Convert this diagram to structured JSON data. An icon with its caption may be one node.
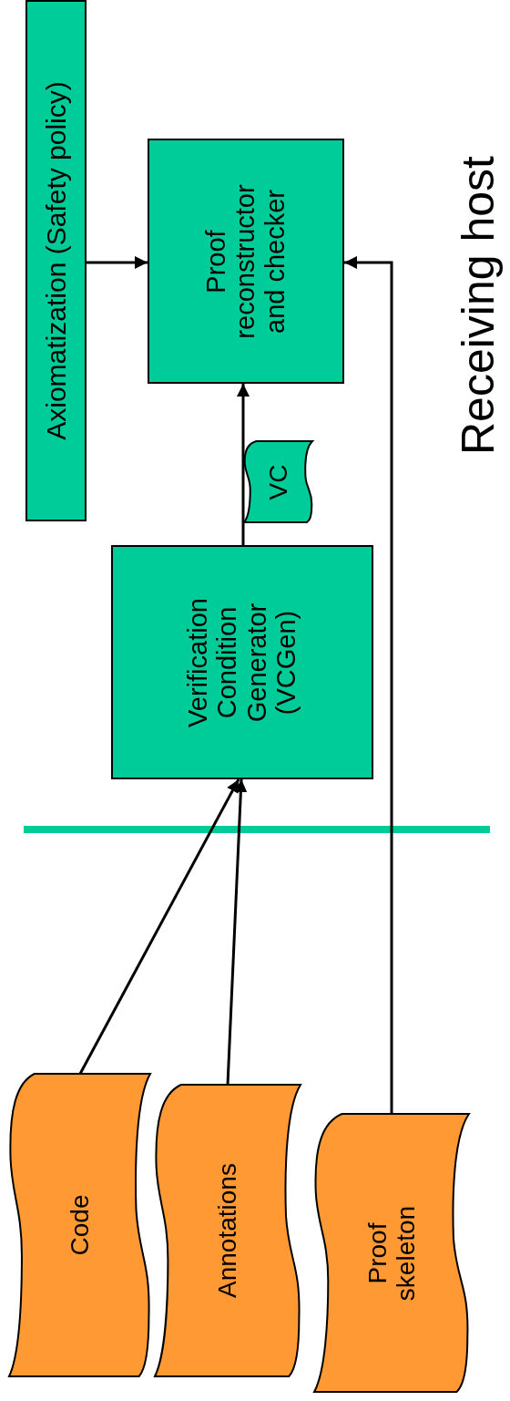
{
  "diagram": {
    "nodes": [
      {
        "text": [
          "Axiomatization (Safety policy)"
        ]
      },
      {
        "text": [
          "Proof reconstructor and checker"
        ]
      },
      {
        "text": [
          "VC"
        ]
      },
      {
        "text": [
          "Verification Condition Generator (VCGen)"
        ]
      },
      {
        "text": [
          "Code"
        ]
      },
      {
        "text": [
          "Annotations"
        ]
      },
      {
        "text": [
          "Proof skeleton"
        ]
      }
    ],
    "edges": [
      {
        "from": 0,
        "to": 1,
        "arrow": "to"
      },
      {
        "from": 3,
        "to": 1,
        "arrow": "to"
      },
      {
        "from": 4,
        "to": 3,
        "arrow": "to"
      },
      {
        "from": 5,
        "to": 3,
        "arrow": "to"
      },
      {
        "from": 6,
        "to": 1,
        "arrow": "to"
      }
    ],
    "labels": [
      "Receiving host"
    ]
  }
}
